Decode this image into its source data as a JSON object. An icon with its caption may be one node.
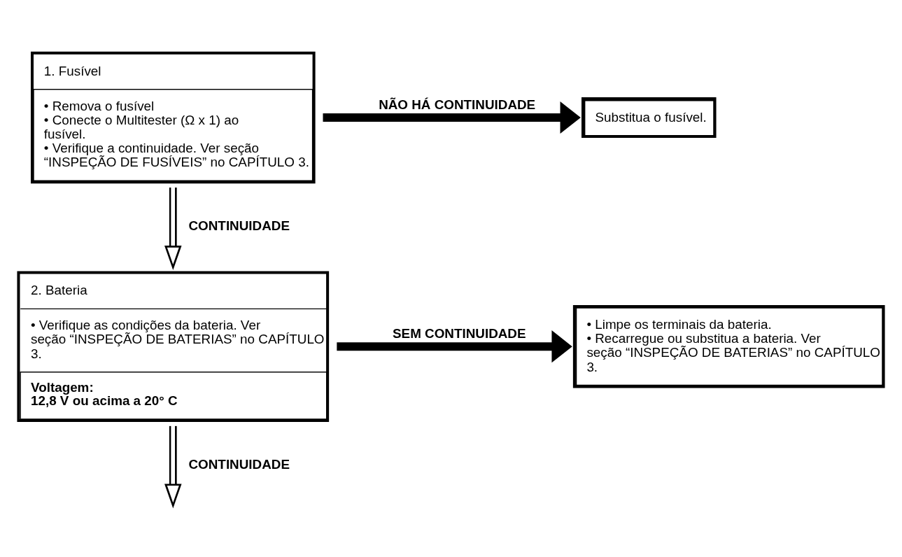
{
  "diagram": {
    "nodes": [
      {
        "text": [
          "1. Fusível",
          "• Remova o fusível",
          "• Conecte o Multitester (Ω x 1) ao fusível.",
          "• Verifique a continuidade. Ver seção “INSPEÇÃO DE FUSÍVEIS” no CAPÍTULO 3."
        ]
      },
      {
        "text": [
          "Substitua o fusível."
        ]
      },
      {
        "text": [
          "2. Bateria",
          "• Verifique as condições da bateria. Ver seção “INSPEÇÃO DE BATERIAS” no CAPÍTULO 3.",
          "Voltagem:",
          "12,8 V ou acima a 20° C"
        ]
      },
      {
        "text": [
          "• Limpe os terminais da bateria.",
          "• Recarregue ou substitua a bateria. Ver seção “INSPEÇÃO DE BATERIAS” no CAPÍTULO 3."
        ]
      }
    ],
    "edges": [
      {
        "from": 0,
        "to": 1,
        "arrow": "to",
        "label": "NÃO HÁ CONTINUIDADE",
        "style": "thick"
      },
      {
        "from": 0,
        "to": 2,
        "arrow": "to",
        "label": "CONTINUIDADE"
      },
      {
        "from": 2,
        "to": 3,
        "arrow": "to",
        "label": "SEM CONTINUIDADE",
        "style": "thick"
      },
      {
        "from": 2,
        "to": null,
        "arrow": "to",
        "label": "CONTINUIDADE"
      }
    ]
  }
}
